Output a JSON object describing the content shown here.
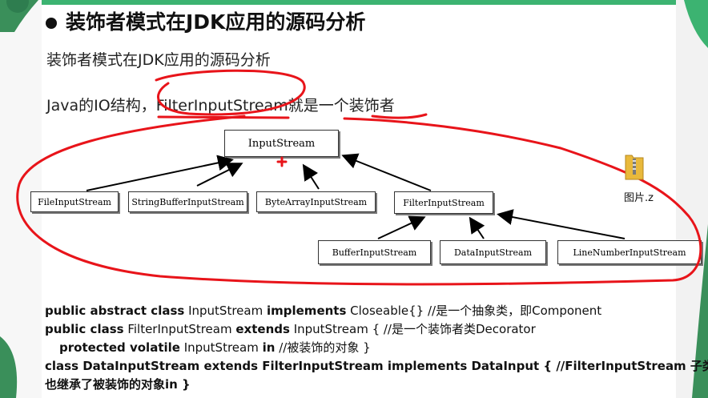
{
  "heading": "装饰者模式在JDK应用的源码分析",
  "subheading": "装饰者模式在JDK应用的源码分析",
  "io_intro": {
    "prefix": "Java的IO结构，",
    "highlight": "FilterInputStream",
    "middle": "就是一个",
    "emphasis": "装饰者"
  },
  "diagram": {
    "root": "InputStream",
    "level1": [
      "FileInputStream",
      "StringBufferInputStream",
      "ByteArrayInputStream",
      "FilterInputStream"
    ],
    "level2": [
      "BufferInputStream",
      "DataInputStream",
      "LineNumberInputStream"
    ]
  },
  "desktop_item": {
    "label": "图片.z",
    "icon": "zip-folder-icon"
  },
  "code": {
    "line1": {
      "k1": "public abstract class",
      "t1": " InputStream ",
      "k2": "implements",
      "t2": " Closeable{} //是一个抽象类，即Component"
    },
    "line2": {
      "k1": "public class",
      "t1": " FilterInputStream ",
      "k2": "extends",
      "t2": " InputStream { //是一个装饰者类Decorator"
    },
    "line3": {
      "k1": "protected volatile",
      "t1": " InputStream ",
      "k2": "in",
      "t2": " //被装饰的对象 }"
    },
    "line4": "class DataInputStream extends FilterInputStream implements DataInput { //FilterInputStream 子类，",
    "line5": "也继承了被装饰的对象in }"
  },
  "colors": {
    "annotation": "#e8141a",
    "accent": "#3cb371"
  }
}
